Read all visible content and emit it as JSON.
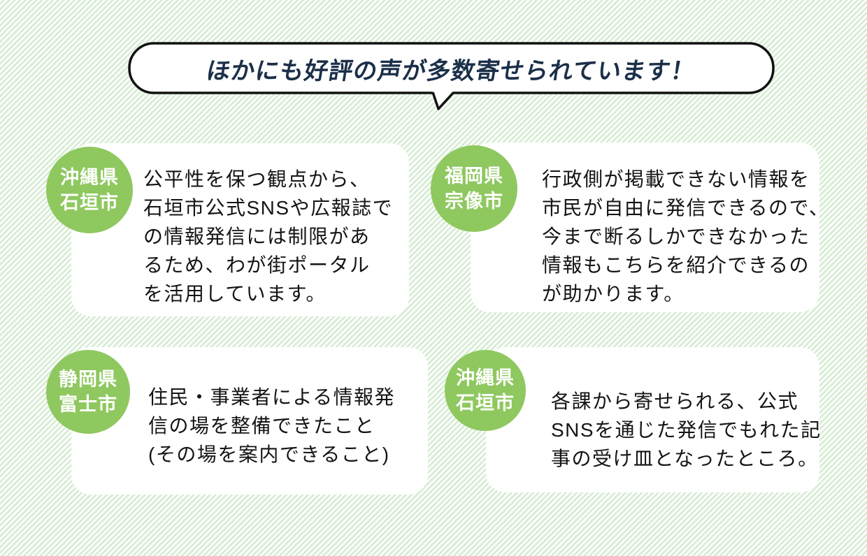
{
  "colors": {
    "accent_green": "#8ec85f",
    "pattern_green": "#d9edd6",
    "title_navy": "#1b2f49",
    "text_dark": "#141414",
    "bubble_border": "#111111"
  },
  "title": {
    "text": "ほかにも好評の声が多数寄せられています！"
  },
  "cards": [
    {
      "badge": {
        "line1": "沖縄県",
        "line2": "石垣市"
      },
      "lines": [
        "公平性を保つ観点から、",
        "石垣市公式SNSや広報誌で",
        "の情報発信には制限があ",
        "るため、わが街ポータル",
        "を活用しています。"
      ]
    },
    {
      "badge": {
        "line1": "福岡県",
        "line2": "宗像市"
      },
      "lines": [
        "行政側が掲載できない情報を",
        "市民が自由に発信できるので、",
        "今まで断るしかできなかった",
        "情報もこちらを紹介できるの",
        "が助かります。"
      ]
    },
    {
      "badge": {
        "line1": "静岡県",
        "line2": "富士市"
      },
      "lines": [
        "住民・事業者による情報発",
        "信の場を整備できたこと",
        "(その場を案内できること)"
      ]
    },
    {
      "badge": {
        "line1": "沖縄県",
        "line2": "石垣市"
      },
      "lines": [
        "各課から寄せられる、公式",
        "SNSを通じた発信でもれた記",
        "事の受け皿となったところ。"
      ]
    }
  ]
}
